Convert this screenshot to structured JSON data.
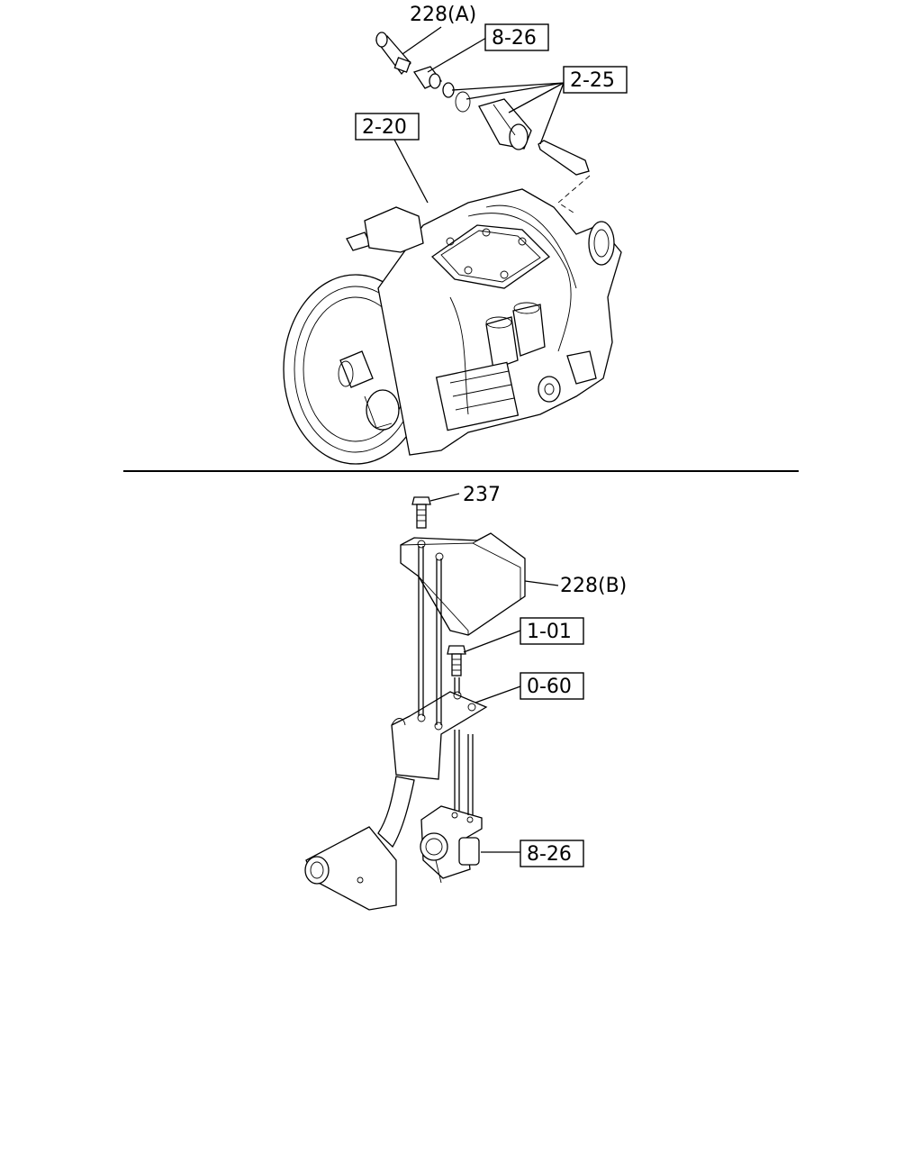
{
  "labels": {
    "top_228a": "228(A)",
    "top_826": "8-26",
    "top_225": "2-25",
    "top_220": "2-20",
    "bot_237": "237",
    "bot_228b": "228(B)",
    "bot_101": "1-01",
    "bot_060": "0-60",
    "bot_826": "8-26"
  }
}
